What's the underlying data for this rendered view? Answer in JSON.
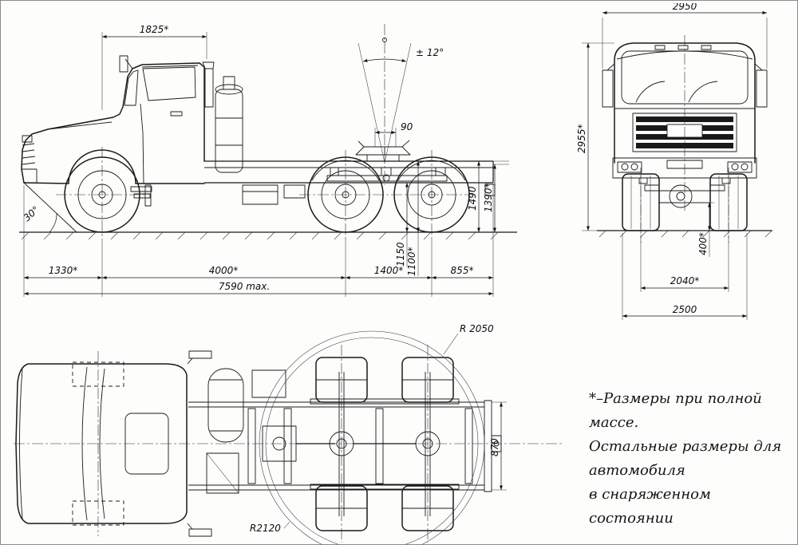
{
  "side": {
    "cab_length": "1825*",
    "tilt_angle": "± 12°",
    "kingpin_dim": "90",
    "height_laden": "1490",
    "height_frame": "1390*",
    "saddle_height_a": "1150",
    "saddle_height_b": "1100*",
    "approach_angle": "30°",
    "front_overhang": "1330*",
    "wheelbase": "4000*",
    "bogie_base": "1400*",
    "rear_overhang": "855*",
    "overall_length": "7590 max."
  },
  "front": {
    "overall_width": "2950",
    "overall_height": "2955*",
    "ground_clearance": "400*",
    "track": "2040*",
    "width_over_tyres": "2500"
  },
  "top": {
    "turn_radius_outer": "R 2050",
    "turn_radius_kerb": "R2120",
    "frame_width": "870"
  },
  "note": {
    "line1": "*–Размеры при полной массе.",
    "line2": "Остальные размеры для автомобиля",
    "line3": "в снаряженном состоянии"
  }
}
